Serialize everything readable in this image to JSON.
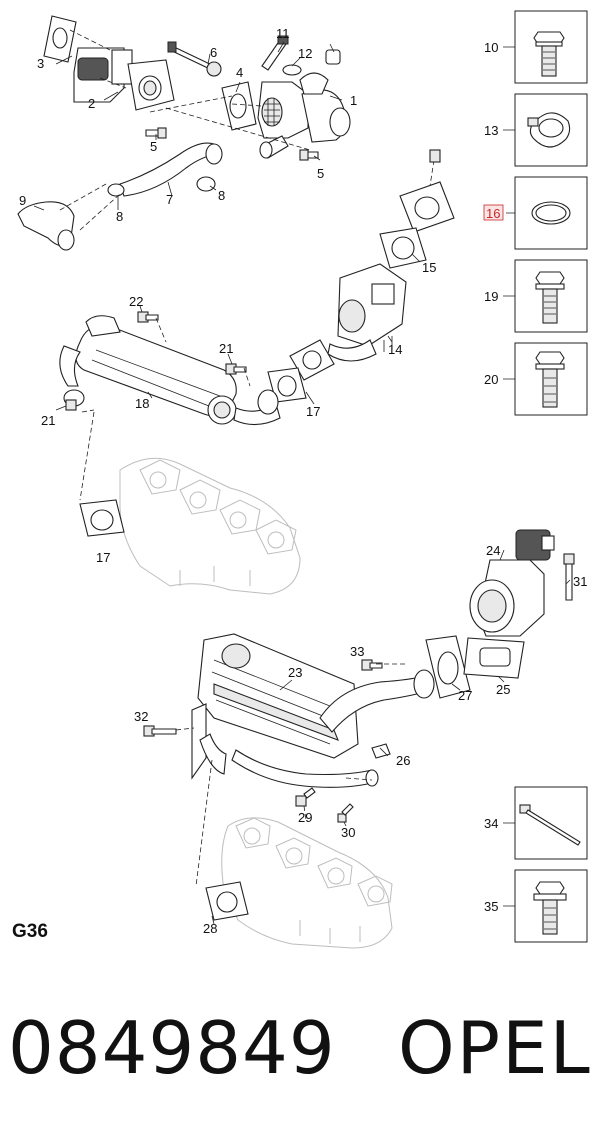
{
  "callouts": {
    "c1": "1",
    "c2": "2",
    "c3": "3",
    "c4": "4",
    "c5a": "5",
    "c5b": "5",
    "c6": "6",
    "c7": "7",
    "c8a": "8",
    "c8b": "8",
    "c9": "9",
    "c10": "10",
    "c11": "11",
    "c12": "12",
    "c13": "13",
    "c14": "14",
    "c15": "15",
    "c16": "16",
    "c17a": "17",
    "c17b": "17",
    "c18": "18",
    "c19": "19",
    "c20": "20",
    "c21a": "21",
    "c21b": "21",
    "c22": "22",
    "c23": "23",
    "c24": "24",
    "c25": "25",
    "c26": "26",
    "c27": "27",
    "c28": "28",
    "c29": "29",
    "c30": "30",
    "c31": "31",
    "c32": "32",
    "c33": "33",
    "c34": "34",
    "c35": "35"
  },
  "section_code": "G36",
  "part_number": "0849849",
  "brand": "OPEL",
  "highlight_color": "#c62828"
}
